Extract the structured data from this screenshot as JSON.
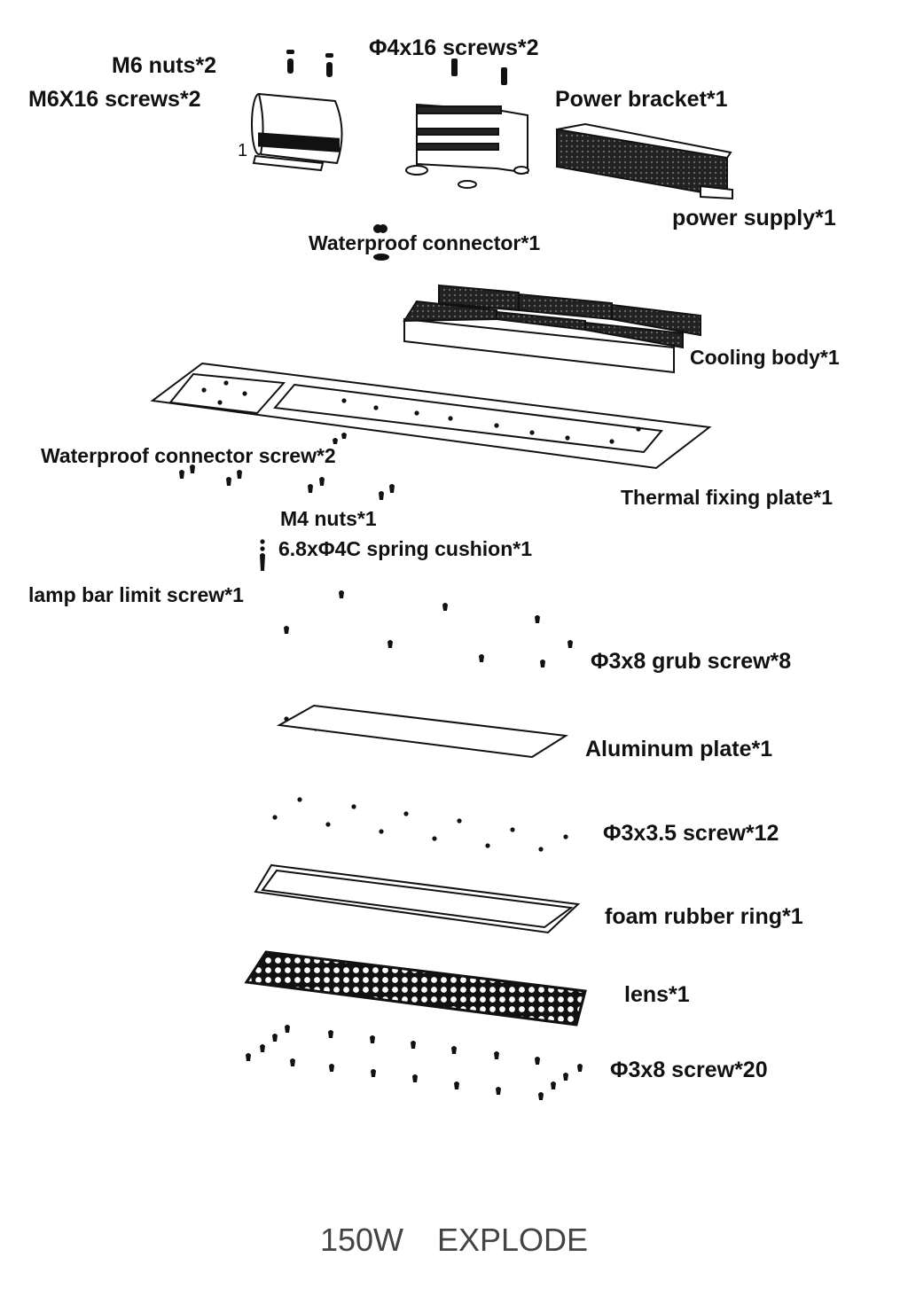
{
  "diagram": {
    "title": "150W EXPLODE",
    "title_parts": [
      "150W",
      "EXPLODE"
    ],
    "part_labels": {
      "m6_nuts": "M6 nuts*2",
      "m6x16_screws": "M6X16 screws*2",
      "phi4x16_screws": "Φ4x16 screws*2",
      "power_bracket": "Power bracket*1",
      "power_supply": "power supply*1",
      "waterproof_connector": "Waterproof connector*1",
      "cooling_body": "Cooling body*1",
      "waterproof_connector_screw": "Waterproof connector screw*2",
      "thermal_fixing_plate": "Thermal fixing plate*1",
      "m4_nuts": "M4 nuts*1",
      "spring_cushion": "6.8xΦ4C spring cushion*1",
      "lamp_bar_limit_screw": "lamp bar limit screw*1",
      "grub_screw": "Φ3x8 grub screw*8",
      "aluminum_plate": "Aluminum plate*1",
      "phi3x3_5_screw": "Φ3x3.5 screw*12",
      "foam_rubber_ring": "foam rubber ring*1",
      "lens": "lens*1",
      "phi3x8_screw": "Φ3x8 screw*20"
    },
    "bracket_index_mark": "1"
  }
}
